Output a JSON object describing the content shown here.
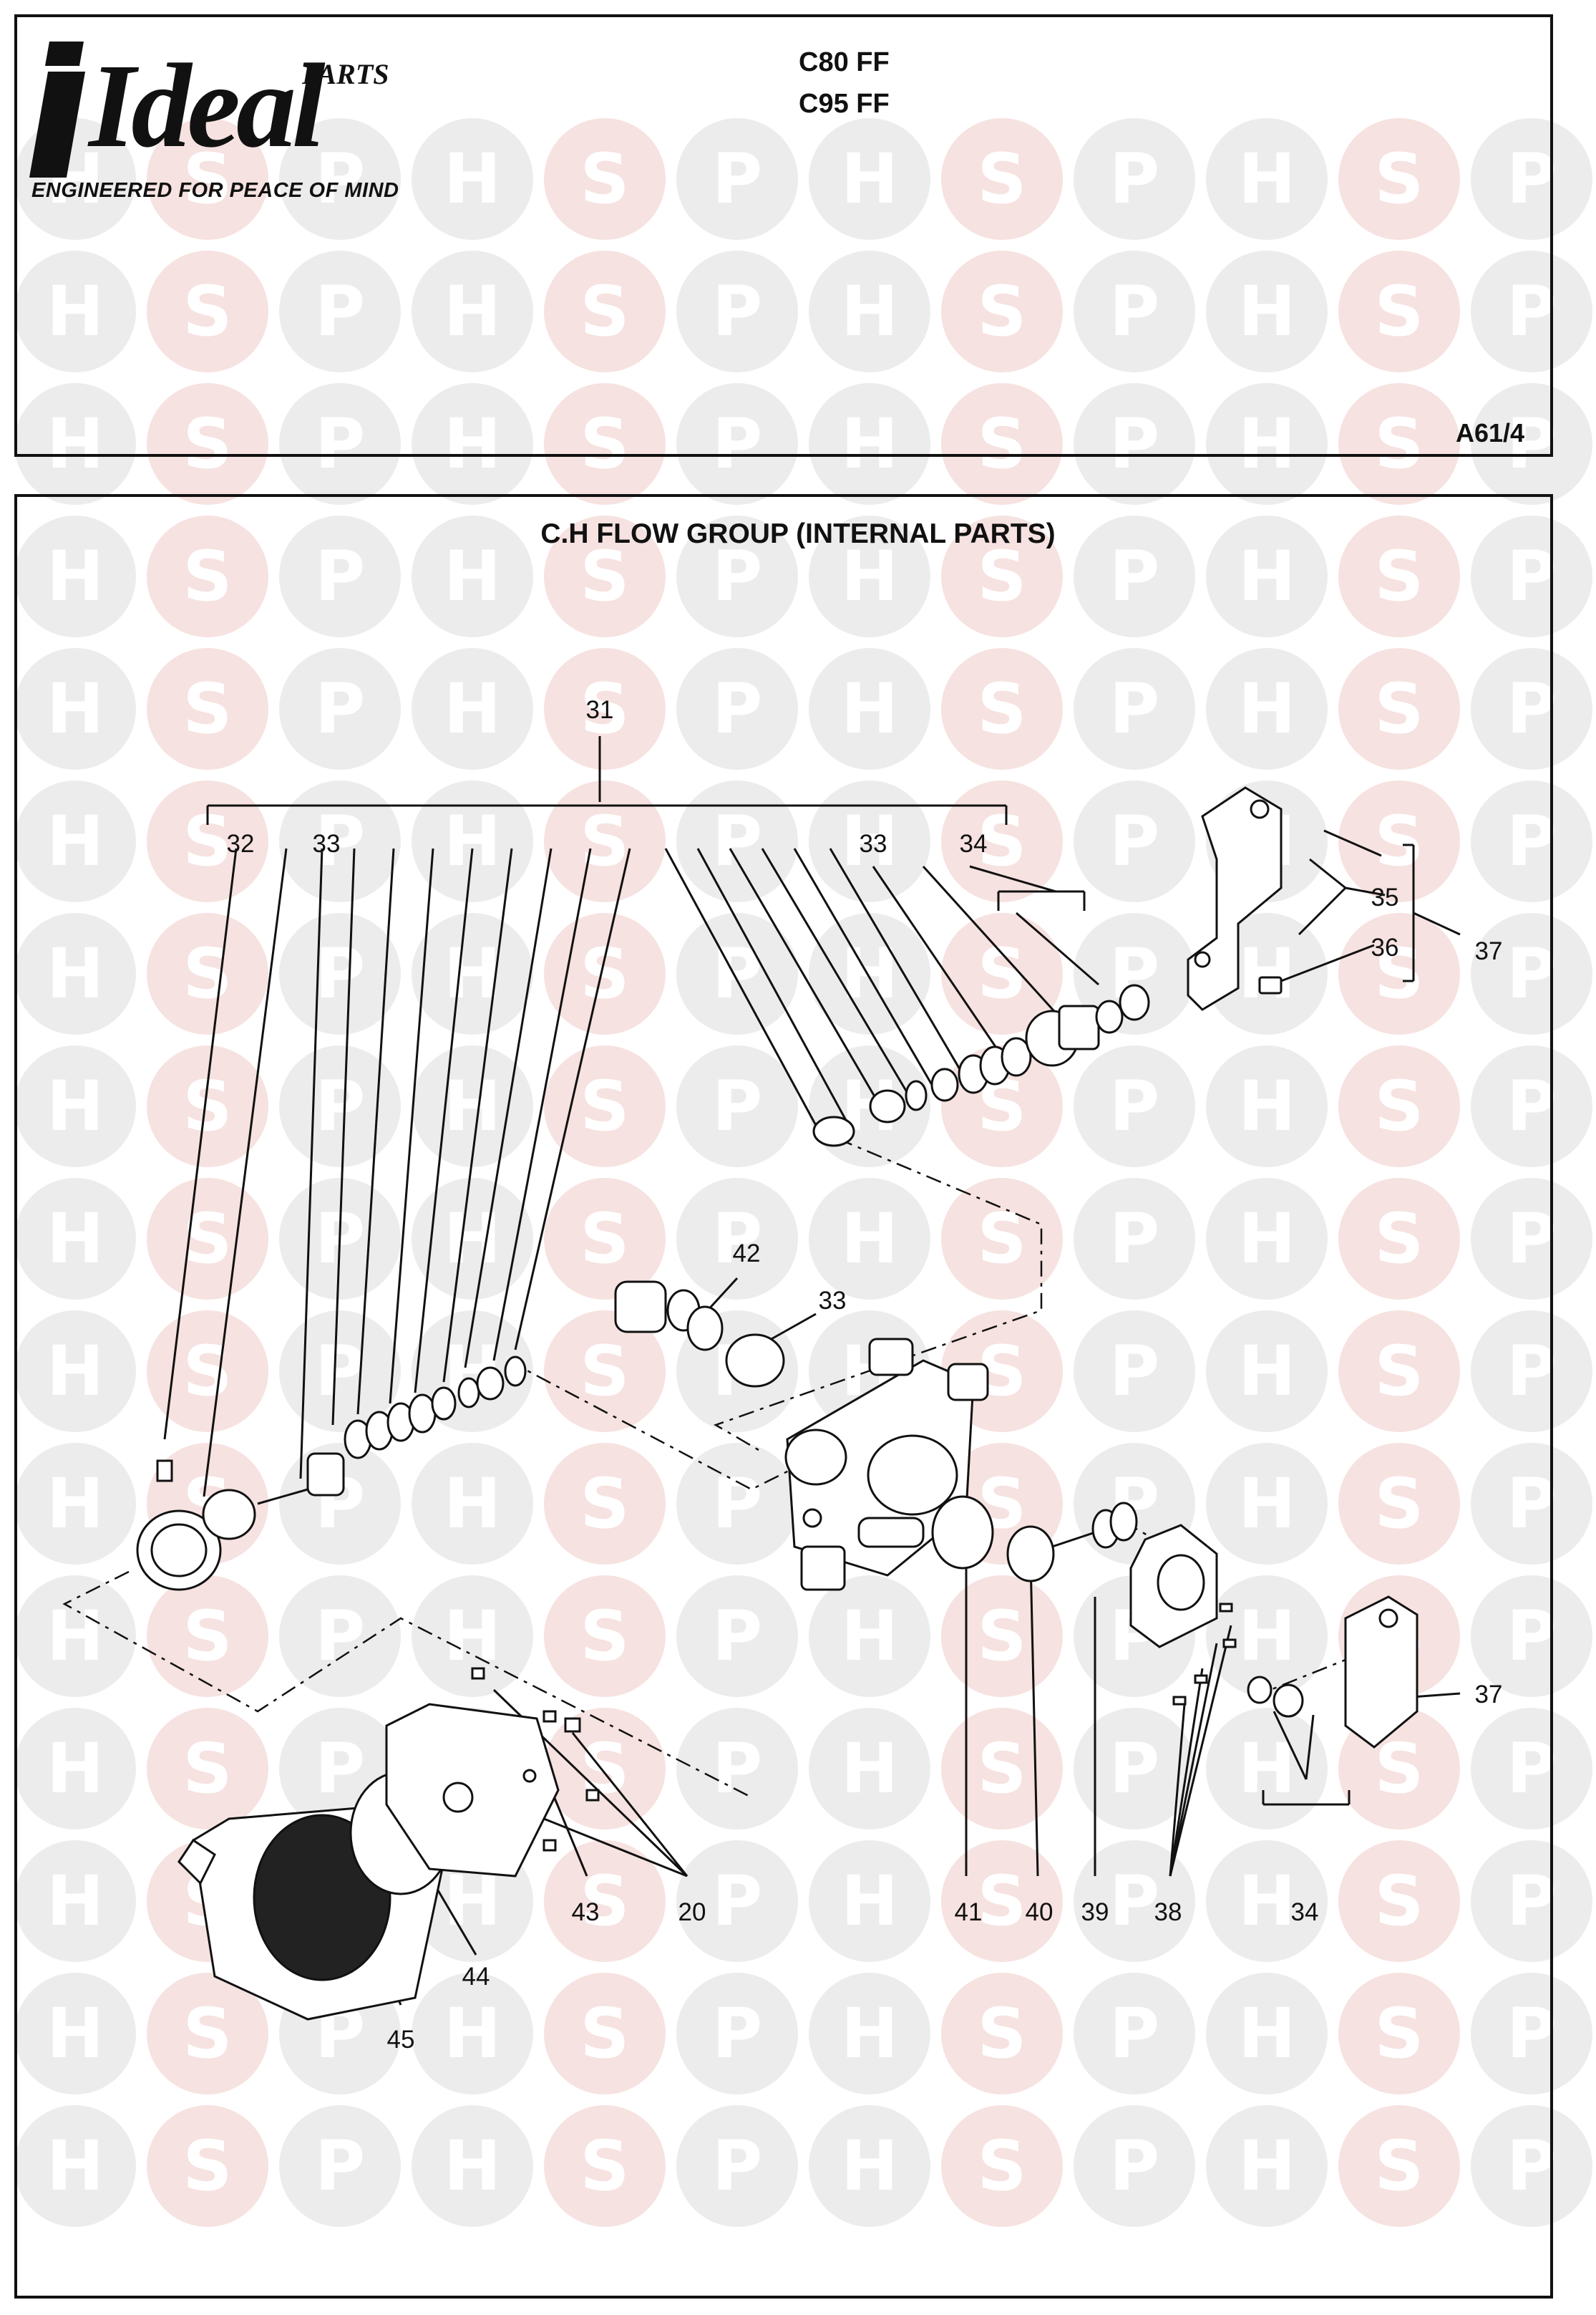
{
  "header": {
    "brand": "Ideal",
    "brand_super": "PARTS",
    "tagline": "ENGINEERED FOR PEACE OF MIND",
    "models": [
      "C80 FF",
      "C95 FF"
    ],
    "ref": "A61/4"
  },
  "diagram": {
    "title": "C.H FLOW GROUP (INTERNAL PARTS)",
    "labels": {
      "p31": "31",
      "p32": "32",
      "p33a": "33",
      "p33b": "33",
      "p34a": "34",
      "p35": "35",
      "p36": "36",
      "p37a": "37",
      "p42": "42",
      "p33c": "33",
      "p37b": "37",
      "p43": "43",
      "p20": "20",
      "p44": "44",
      "p45": "45",
      "p41": "41",
      "p40": "40",
      "p39": "39",
      "p38": "38",
      "p34b": "34"
    }
  },
  "watermark": {
    "letters": [
      "H",
      "S",
      "P"
    ],
    "colors": {
      "grey": "#ececec",
      "pink": "#f6e2e0"
    }
  }
}
